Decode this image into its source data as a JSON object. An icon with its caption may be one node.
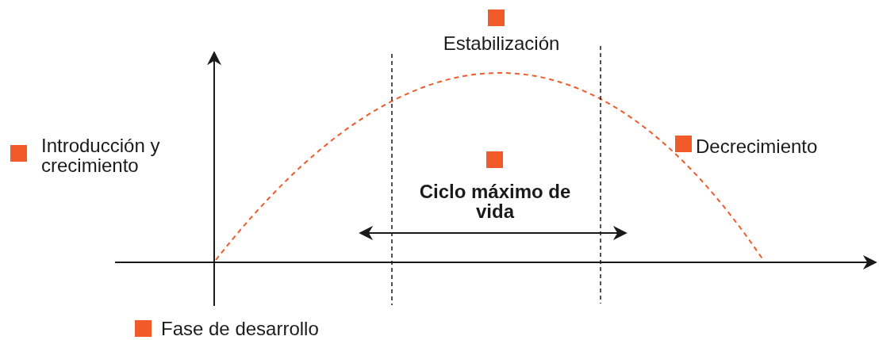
{
  "diagram": {
    "labels": [
      "Estabilización",
      "Introducción y crecimiento",
      "Decrecimiento",
      "Ciclo máximo de vida",
      "Fase de desarrollo"
    ]
  }
}
